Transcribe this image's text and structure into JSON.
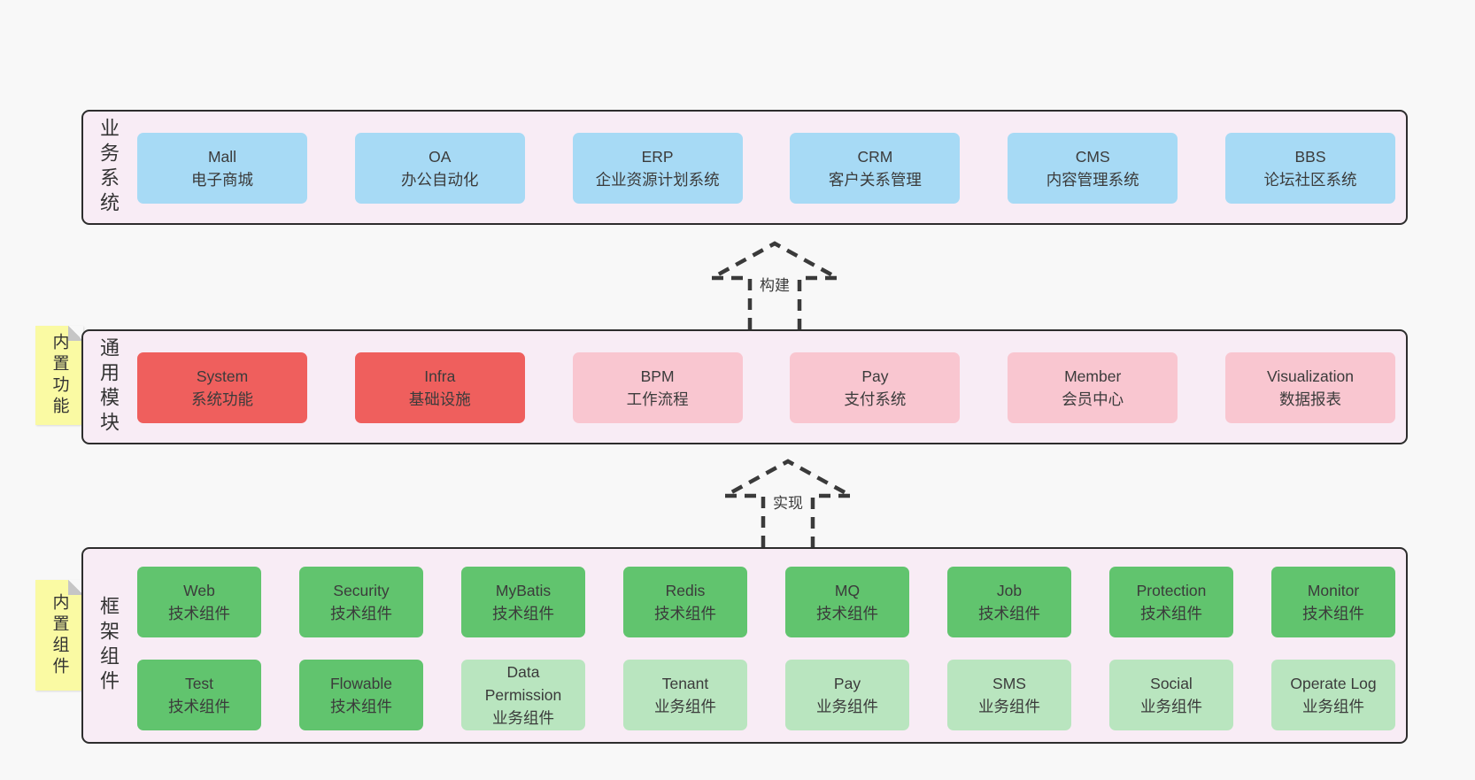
{
  "colors": {
    "page_bg": "#f8f8f8",
    "layer_bg": "#f8ecf5",
    "layer_border": "#2d2d2d",
    "blue": "#a7daf5",
    "red": "#ef5f5d",
    "pink": "#f9c6d0",
    "green_dark": "#61c46e",
    "green_light": "#b9e5bf",
    "sticky_yellow": "#fafaa3",
    "text": "#3b3b3b",
    "arrow": "#3a3a3a"
  },
  "arrows": [
    {
      "label": "构建"
    },
    {
      "label": "实现"
    }
  ],
  "layers": [
    {
      "label": "业务系统",
      "rows": [
        [
          {
            "en": "Mall",
            "zh": "电子商城"
          },
          {
            "en": "OA",
            "zh": "办公自动化"
          },
          {
            "en": "ERP",
            "zh": "企业资源计划系统"
          },
          {
            "en": "CRM",
            "zh": "客户关系管理"
          },
          {
            "en": "CMS",
            "zh": "内容管理系统"
          },
          {
            "en": "BBS",
            "zh": "论坛社区系统"
          }
        ]
      ]
    },
    {
      "label": "通用模块",
      "sticky": "内置功能",
      "rows": [
        [
          {
            "en": "System",
            "zh": "系统功能"
          },
          {
            "en": "Infra",
            "zh": "基础设施"
          },
          {
            "en": "BPM",
            "zh": "工作流程"
          },
          {
            "en": "Pay",
            "zh": "支付系统"
          },
          {
            "en": "Member",
            "zh": "会员中心"
          },
          {
            "en": "Visualization",
            "zh": "数据报表"
          }
        ]
      ]
    },
    {
      "label": "框架组件",
      "sticky": "内置组件",
      "rows": [
        [
          {
            "en": "Web",
            "zh": "技术组件"
          },
          {
            "en": "Security",
            "zh": "技术组件"
          },
          {
            "en": "MyBatis",
            "zh": "技术组件"
          },
          {
            "en": "Redis",
            "zh": "技术组件"
          },
          {
            "en": "MQ",
            "zh": "技术组件"
          },
          {
            "en": "Job",
            "zh": "技术组件"
          },
          {
            "en": "Protection",
            "zh": "技术组件"
          },
          {
            "en": "Monitor",
            "zh": "技术组件"
          }
        ],
        [
          {
            "en": "Test",
            "zh": "技术组件"
          },
          {
            "en": "Flowable",
            "zh": "技术组件"
          },
          {
            "en": "Data Permission",
            "zh": "业务组件"
          },
          {
            "en": "Tenant",
            "zh": "业务组件"
          },
          {
            "en": "Pay",
            "zh": "业务组件"
          },
          {
            "en": "SMS",
            "zh": "业务组件"
          },
          {
            "en": "Social",
            "zh": "业务组件"
          },
          {
            "en": "Operate Log",
            "zh": "业务组件"
          }
        ]
      ]
    }
  ]
}
